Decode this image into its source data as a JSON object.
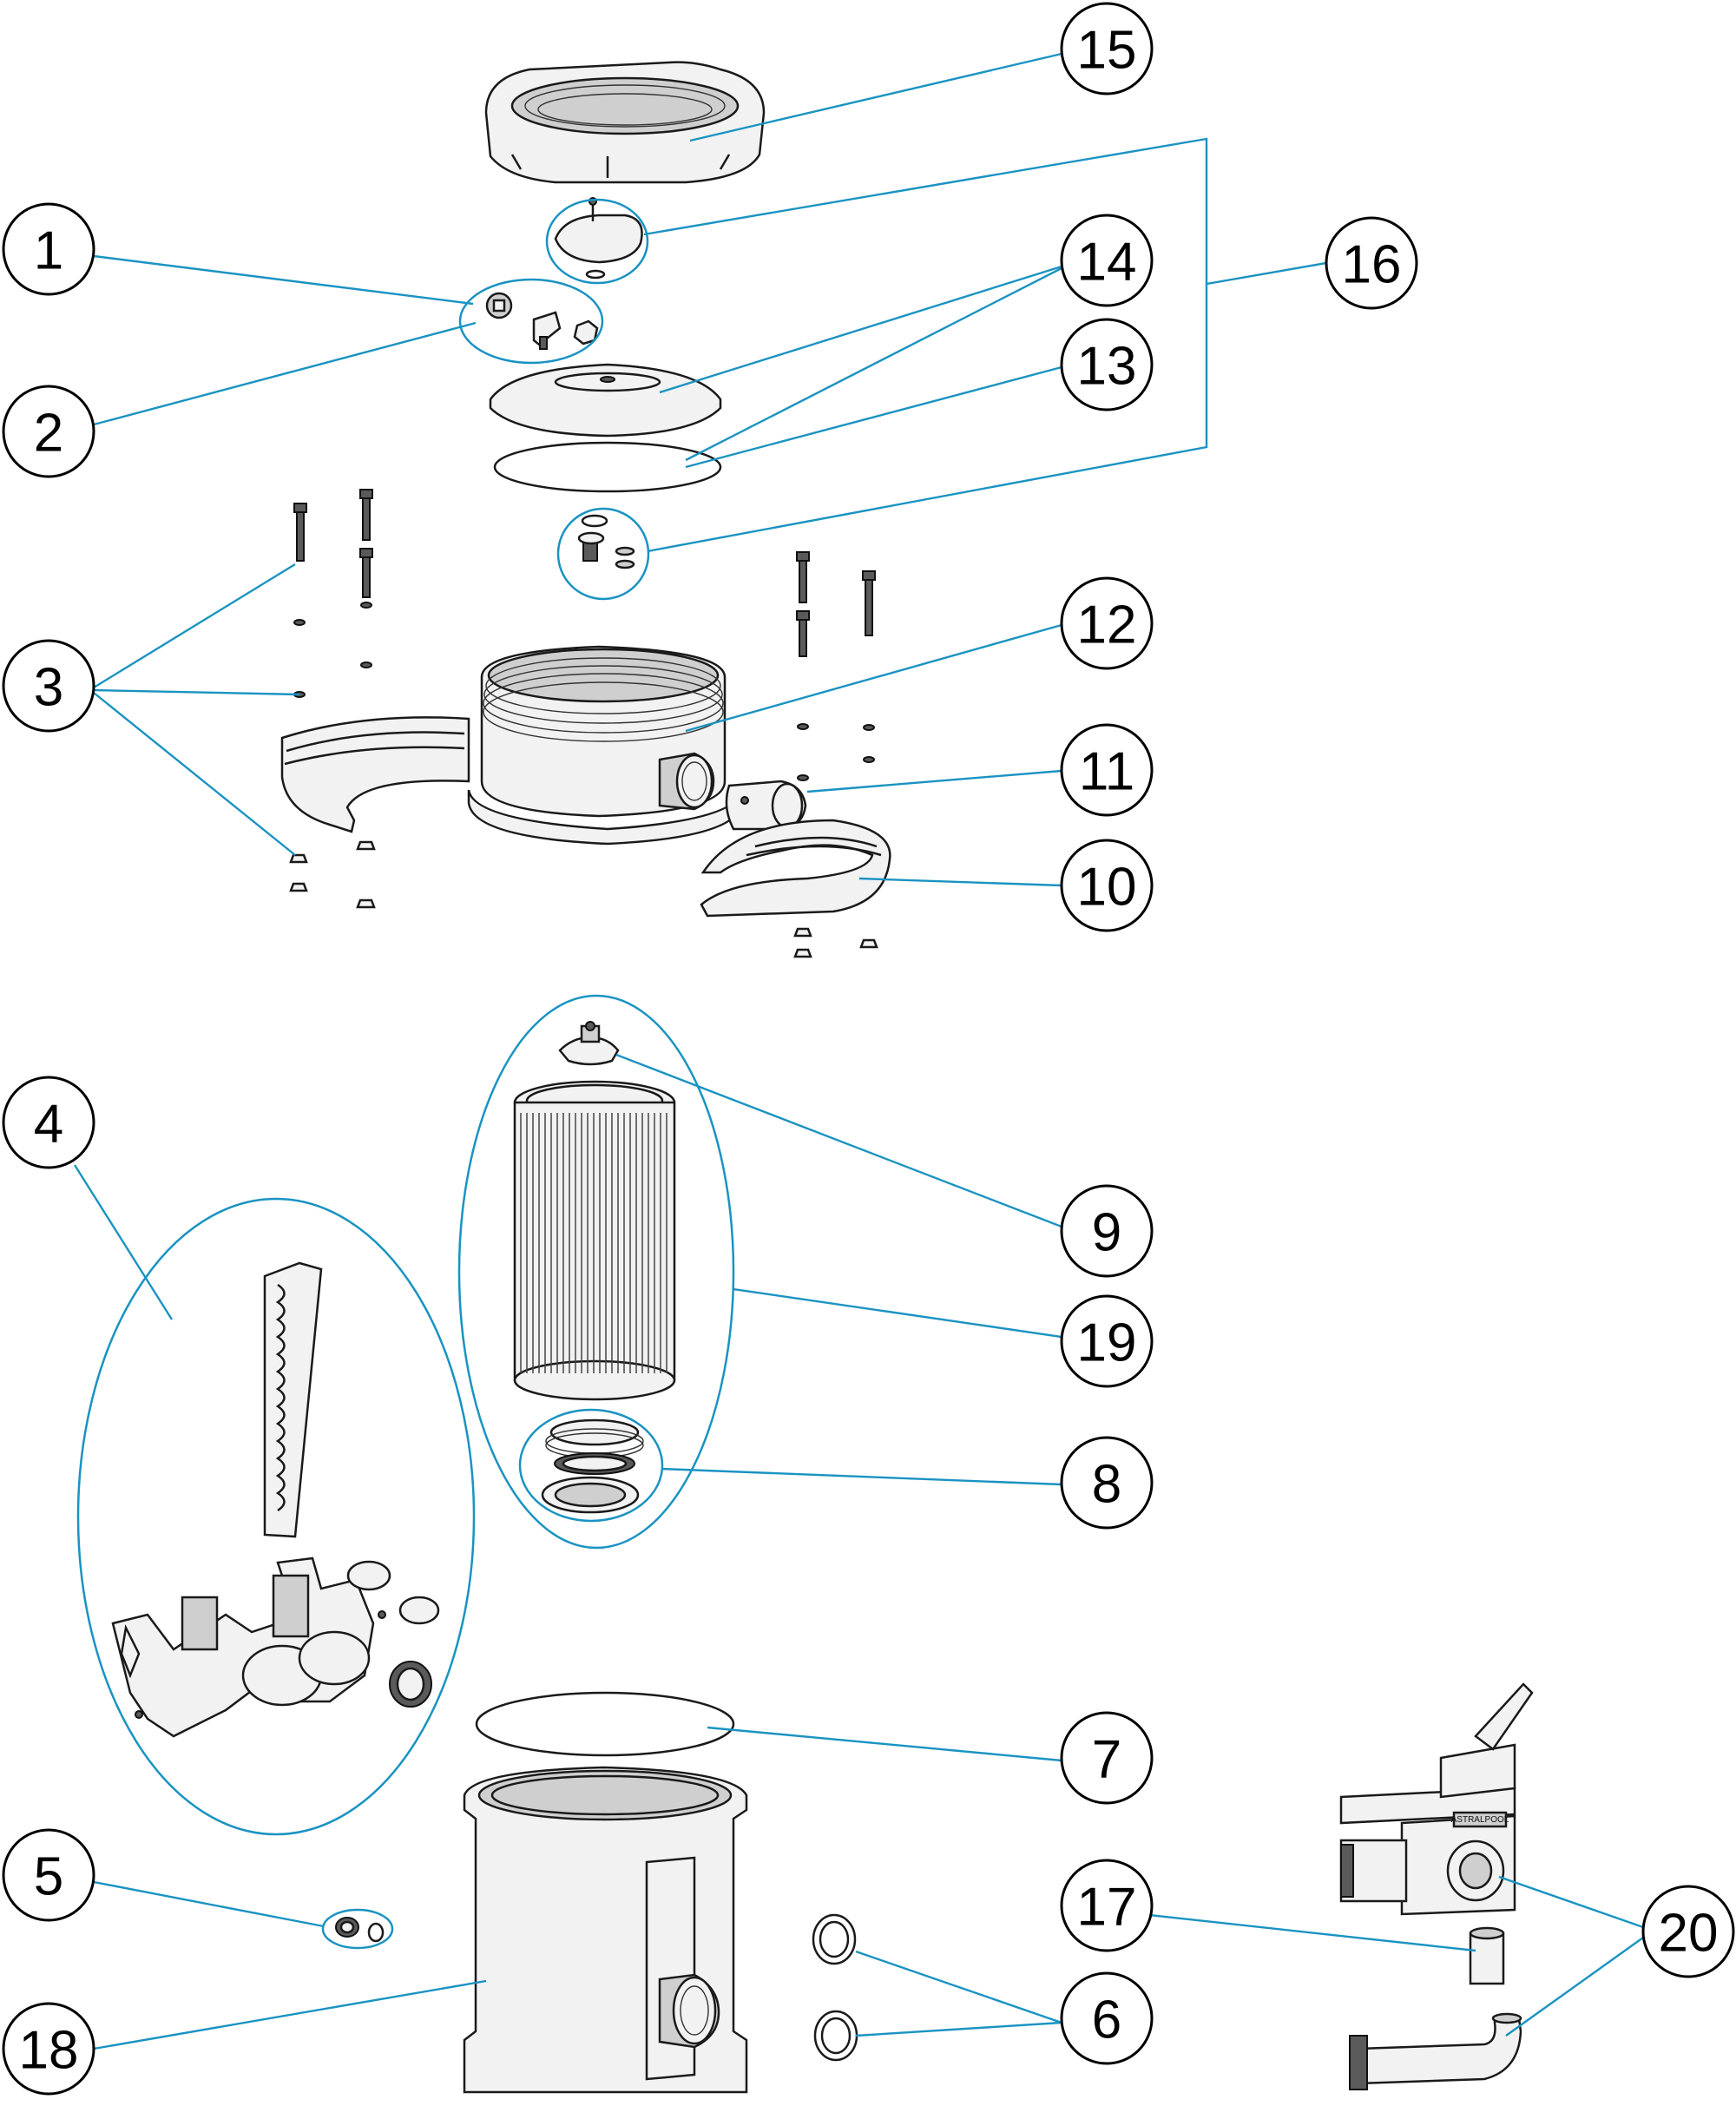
{
  "colors": {
    "leader": "#1a93c2",
    "group": "#1a93c2",
    "ink": "#000000",
    "part_fill": "#f2f2f2"
  },
  "callouts": [
    {
      "id": "c1",
      "label": "1"
    },
    {
      "id": "c2",
      "label": "2"
    },
    {
      "id": "c3",
      "label": "3"
    },
    {
      "id": "c4",
      "label": "4"
    },
    {
      "id": "c5",
      "label": "5"
    },
    {
      "id": "c6",
      "label": "6"
    },
    {
      "id": "c7",
      "label": "7"
    },
    {
      "id": "c8",
      "label": "8"
    },
    {
      "id": "c9",
      "label": "9"
    },
    {
      "id": "c10",
      "label": "10"
    },
    {
      "id": "c11",
      "label": "11"
    },
    {
      "id": "c12",
      "label": "12"
    },
    {
      "id": "c13",
      "label": "13"
    },
    {
      "id": "c14",
      "label": "14"
    },
    {
      "id": "c15",
      "label": "15"
    },
    {
      "id": "c16",
      "label": "16"
    },
    {
      "id": "c17",
      "label": "17"
    },
    {
      "id": "c18",
      "label": "18"
    },
    {
      "id": "c19",
      "label": "19"
    },
    {
      "id": "c20",
      "label": "20"
    }
  ],
  "valve_logo_text": "ASTRALPOOL"
}
